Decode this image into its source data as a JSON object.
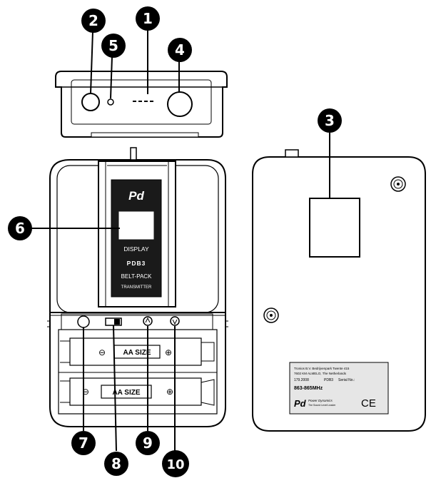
{
  "front_panel": {
    "logo": "Pd",
    "display_label": "DISPLAY",
    "model": "PDB3",
    "product_line1": "BELT-PACK",
    "product_line2": "TRANSMITTER"
  },
  "battery": {
    "label_top": "AA  SIZE",
    "label_bottom": "AA  SIZE",
    "minus": "⊖",
    "plus": "⊕"
  },
  "rating_label": {
    "line1": "Tronios B.V. Bedrijvenpark Twente 415",
    "line2": "7602 KM ALMELO, The Netherlands",
    "line3_left": "179.2008",
    "line3_mid": "PDB3",
    "line3_right": "Serial No.:",
    "frequency": "863-865MHz",
    "brand_logo": "Pd",
    "brand_name": "Power Dynamics",
    "brand_tagline": "The Sound Level Leader",
    "ce_mark": "CE"
  },
  "callouts": [
    {
      "id": "1",
      "number": "1"
    },
    {
      "id": "2",
      "number": "2"
    },
    {
      "id": "3",
      "number": "3"
    },
    {
      "id": "4",
      "number": "4"
    },
    {
      "id": "5",
      "number": "5"
    },
    {
      "id": "6",
      "number": "6"
    },
    {
      "id": "7",
      "number": "7"
    },
    {
      "id": "8",
      "number": "8"
    },
    {
      "id": "9",
      "number": "9"
    },
    {
      "id": "10",
      "number": "10"
    }
  ],
  "colors": {
    "outline": "#000000",
    "panel": "#1a1a1a",
    "label_bg": "#e6e6e6",
    "callout": "#000000"
  }
}
